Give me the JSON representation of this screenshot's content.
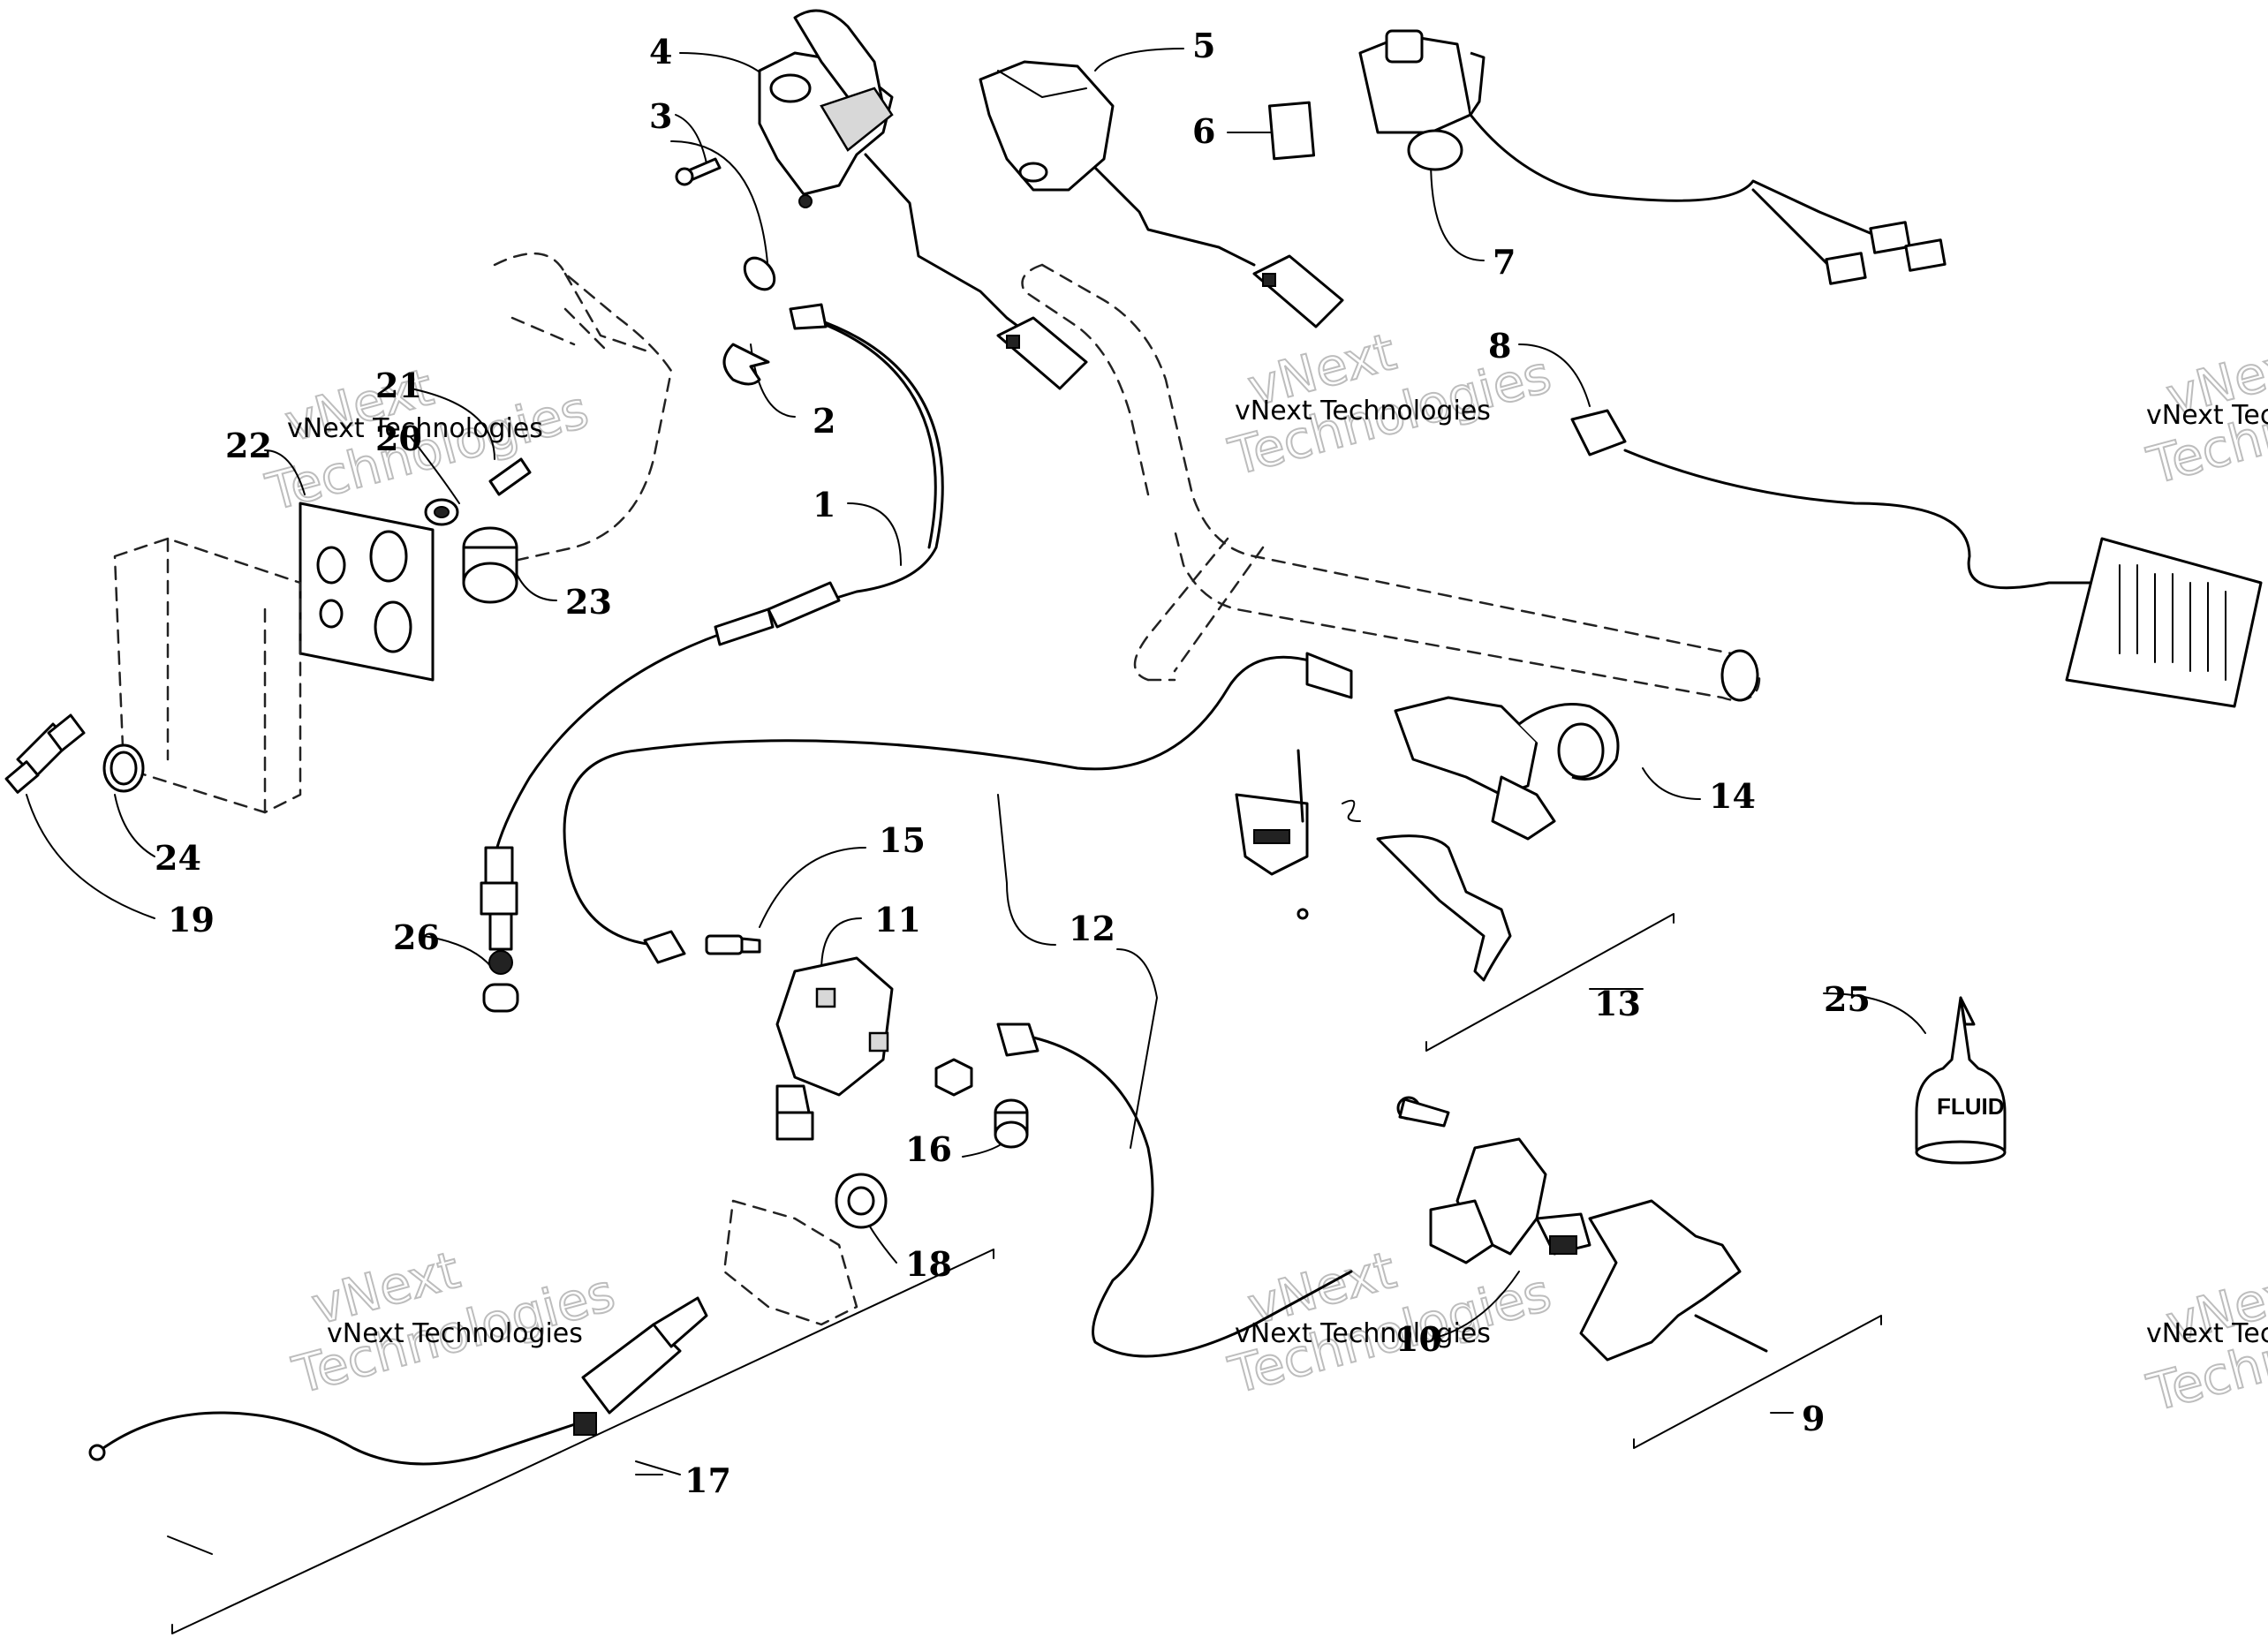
{
  "callouts": {
    "c1": "1",
    "c2": "2",
    "c3": "3",
    "c4": "4",
    "c5": "5",
    "c6": "6",
    "c7": "7",
    "c8": "8",
    "c9": "9",
    "c10": "10",
    "c11": "11",
    "c12": "12",
    "c13": "13",
    "c14": "14",
    "c15": "15",
    "c16": "16",
    "c17": "17",
    "c18": "18",
    "c19": "19",
    "c20": "20",
    "c21": "21",
    "c22": "22",
    "c23": "23",
    "c24": "24",
    "c25": "25",
    "c26": "26"
  },
  "bottle_label": "FLUID",
  "watermark": {
    "brand": "vNext",
    "company": "vNext Technologies",
    "word": "Technologies"
  }
}
